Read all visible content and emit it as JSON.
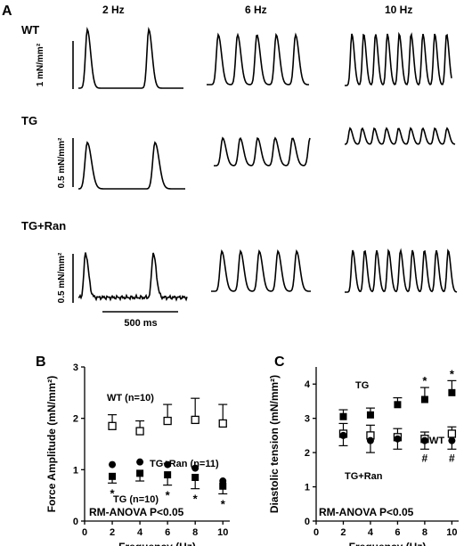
{
  "panel_a": {
    "label": "A",
    "freq_headers": [
      "2 Hz",
      "6 Hz",
      "10 Hz"
    ],
    "rows": [
      {
        "name": "WT",
        "scale_label": "1 mN/mm²"
      },
      {
        "name": "TG",
        "scale_label": "0.5 mN/mm²"
      },
      {
        "name": "TG+Ran",
        "scale_label": "0.5 mN/mm²"
      }
    ],
    "time_scale_label": "500 ms"
  },
  "chart_data": [
    {
      "panel": "B",
      "type": "scatter",
      "xlabel": "Frequency (Hz)",
      "ylabel": "Force Amplitude (mN/mm²)",
      "xlim": [
        0,
        10.5
      ],
      "ylim": [
        0,
        3
      ],
      "xticks": [
        0,
        2,
        4,
        6,
        8,
        10
      ],
      "yticks": [
        0,
        1,
        2,
        3
      ],
      "x": [
        2,
        4,
        6,
        8,
        10
      ],
      "series": [
        {
          "name": "WT (n=10)",
          "marker": "open-square",
          "values": [
            1.85,
            1.75,
            1.95,
            1.97,
            1.9
          ],
          "err": [
            0.22,
            0.2,
            0.32,
            0.42,
            0.37
          ]
        },
        {
          "name": "TG+Ran (n=11)",
          "marker": "filled-circle",
          "values": [
            1.1,
            1.15,
            1.1,
            1.03,
            0.78
          ],
          "err": [
            0,
            0,
            0,
            0,
            0
          ]
        },
        {
          "name": "TG (n=10)",
          "marker": "filled-square",
          "values": [
            0.87,
            0.93,
            0.9,
            0.85,
            0.68
          ],
          "err": [
            0.13,
            0.15,
            0.2,
            0.22,
            0.15
          ]
        }
      ],
      "annotations": [
        "*",
        "*",
        "*",
        "*"
      ],
      "stat_text": "RM-ANOVA P<0.05"
    },
    {
      "panel": "C",
      "type": "scatter",
      "xlabel": "Frequency (Hz)",
      "ylabel": "Diastolic tension (mN/mm²)",
      "xlim": [
        0,
        10.5
      ],
      "ylim": [
        0,
        4.5
      ],
      "xticks": [
        0,
        2,
        4,
        6,
        8,
        10
      ],
      "yticks": [
        0,
        1,
        2,
        3,
        4
      ],
      "x": [
        2,
        4,
        6,
        8,
        10
      ],
      "series": [
        {
          "name": "TG",
          "marker": "filled-square",
          "values": [
            3.05,
            3.1,
            3.4,
            3.55,
            3.75
          ],
          "err": [
            0.2,
            0.2,
            0.2,
            0.35,
            0.35
          ]
        },
        {
          "name": "WT",
          "marker": "open-square",
          "values": [
            2.55,
            2.5,
            2.45,
            2.4,
            2.55
          ],
          "err": [
            0.3,
            0.3,
            0.25,
            0.2,
            0.2
          ]
        },
        {
          "name": "TG+Ran",
          "marker": "filled-circle",
          "values": [
            2.5,
            2.35,
            2.4,
            2.35,
            2.35
          ],
          "err": [
            0.3,
            0.35,
            0.3,
            0.25,
            0.25
          ]
        }
      ],
      "annotations": [
        "*",
        "*",
        "#",
        "#"
      ],
      "stat_text": "RM-ANOVA P<0.05"
    }
  ]
}
